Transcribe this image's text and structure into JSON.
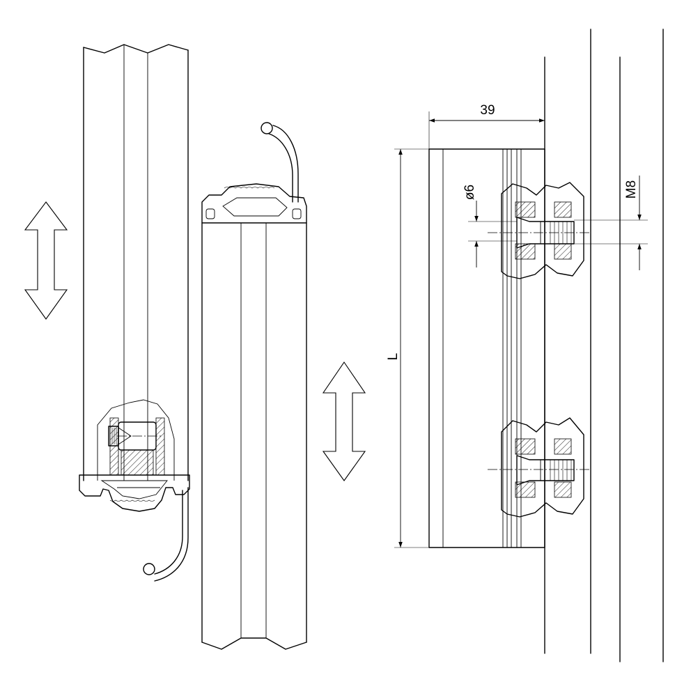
{
  "dimensions": {
    "width_label": "39",
    "length_label": "L",
    "hole_label": "ø6",
    "thread_label": "M8"
  },
  "icons": [
    "double-arrow-icon",
    "double-arrow-icon"
  ]
}
